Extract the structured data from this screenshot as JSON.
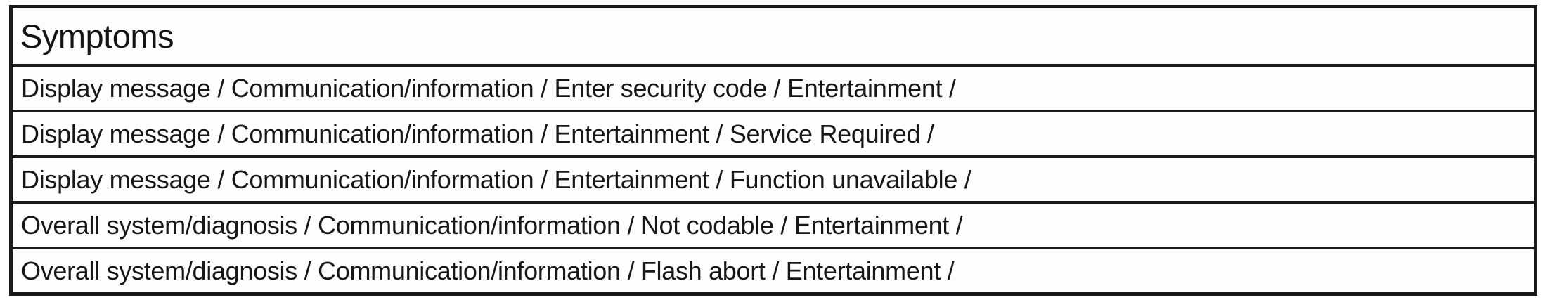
{
  "table": {
    "header": "Symptoms",
    "rows": [
      "Display message / Communication/information / Enter security code / Entertainment /",
      "Display message / Communication/information / Entertainment / Service Required /",
      "Display message / Communication/information / Entertainment / Function unavailable /",
      "Overall system/diagnosis / Communication/information / Not codable / Entertainment /",
      "Overall system/diagnosis / Communication/information / Flash abort / Entertainment /"
    ]
  }
}
